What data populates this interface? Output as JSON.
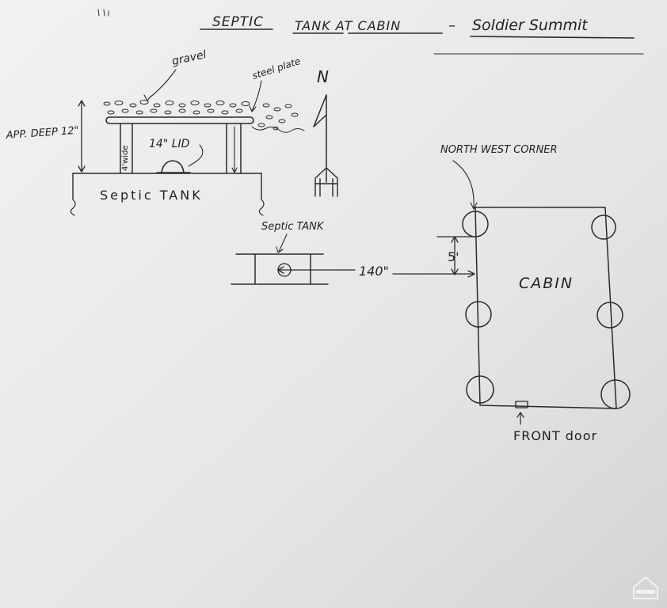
{
  "title": {
    "part1": "SEPTIC",
    "part2": "TANK AT CABIN",
    "part3": "Soldier Summit"
  },
  "section_view": {
    "gravel": "gravel",
    "steel_plate": "steel plate",
    "depth": "APP. DEEP 12\"",
    "width": "4'wide",
    "lid": "14\" LID",
    "tank": "Septic TANK"
  },
  "north": "N",
  "plan_view": {
    "septic_tank": "Septic TANK",
    "distance": "140\"",
    "offset": "5'",
    "corner": "NORTH WEST CORNER",
    "cabin": "CABIN",
    "front_door": "FRONT door"
  },
  "watermark_icon": "utah-realestate-house-icon"
}
